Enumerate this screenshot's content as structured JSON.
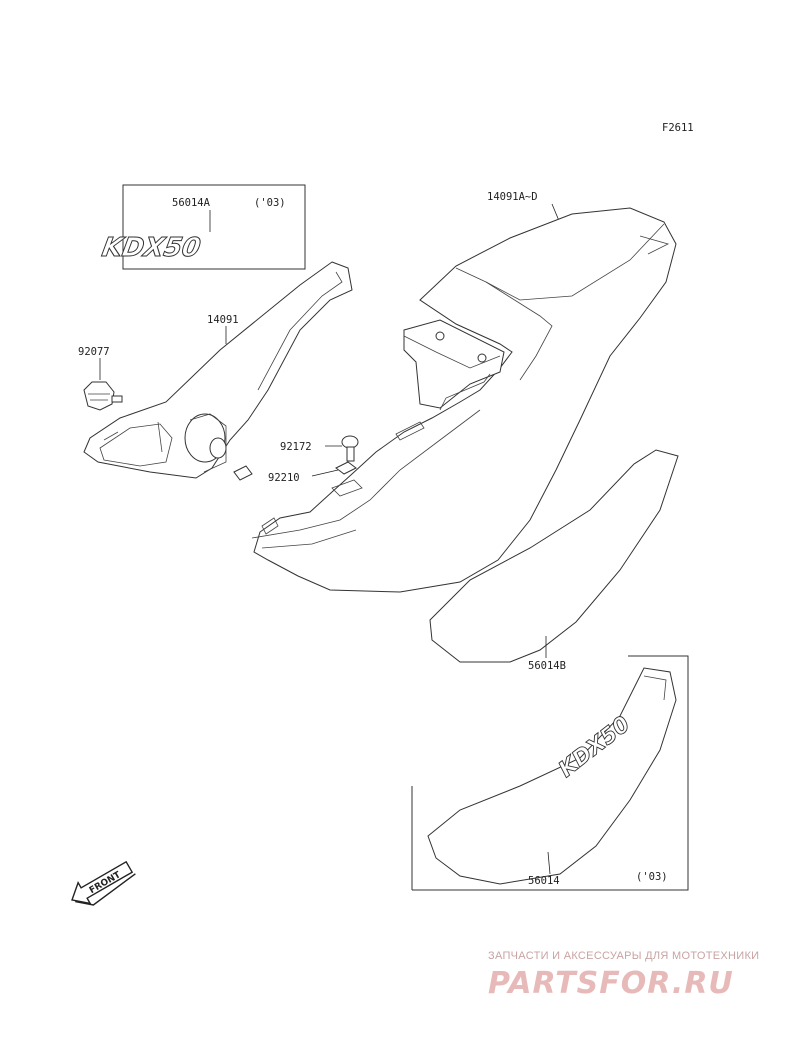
{
  "figure_code": "F2611",
  "labels": {
    "emblem_kdx_03": "56014A",
    "emblem_year": "('03)",
    "side_cover": "14091",
    "knob": "92077",
    "seat_cowl": "14091A~D",
    "bolt": "92172",
    "washer": "92210",
    "stripe_b": "56014B",
    "stripe_kdx": "56014",
    "stripe_year": "('03)"
  },
  "emblem_text": "KDX50",
  "front_arrow": "FRONT",
  "watermark": {
    "tagline": "ЗАПЧАСТИ И АКСЕССУАРЫ ДЛЯ МОТОТЕХНИКИ",
    "logo": "PARTSFOR.RU"
  }
}
